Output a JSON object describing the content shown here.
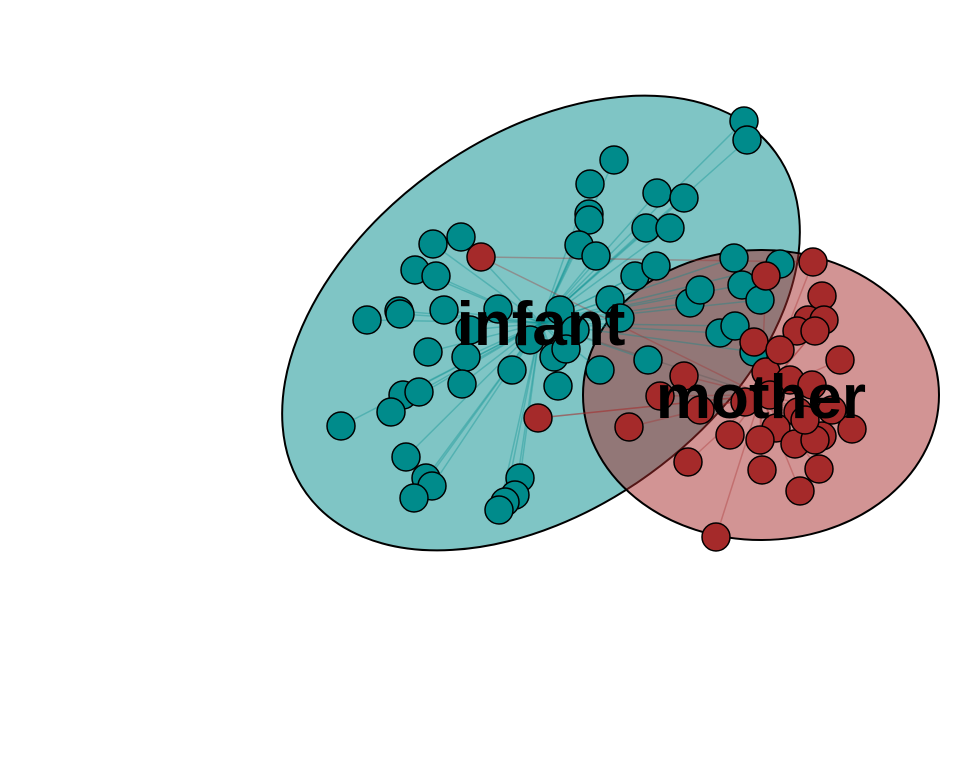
{
  "colors": {
    "infant": "#008b8b",
    "mother": "#a52a2a",
    "infant_fill": "#008b8b",
    "mother_fill": "#a52a2a",
    "node_stroke": "#000000",
    "background": "#ffffff"
  },
  "groups": [
    {
      "id": "infant",
      "label": "infant",
      "color_key": "infant"
    },
    {
      "id": "mother",
      "label": "mother",
      "color_key": "mother"
    }
  ],
  "node_counts": {
    "infant": 59,
    "mother": 36
  }
}
